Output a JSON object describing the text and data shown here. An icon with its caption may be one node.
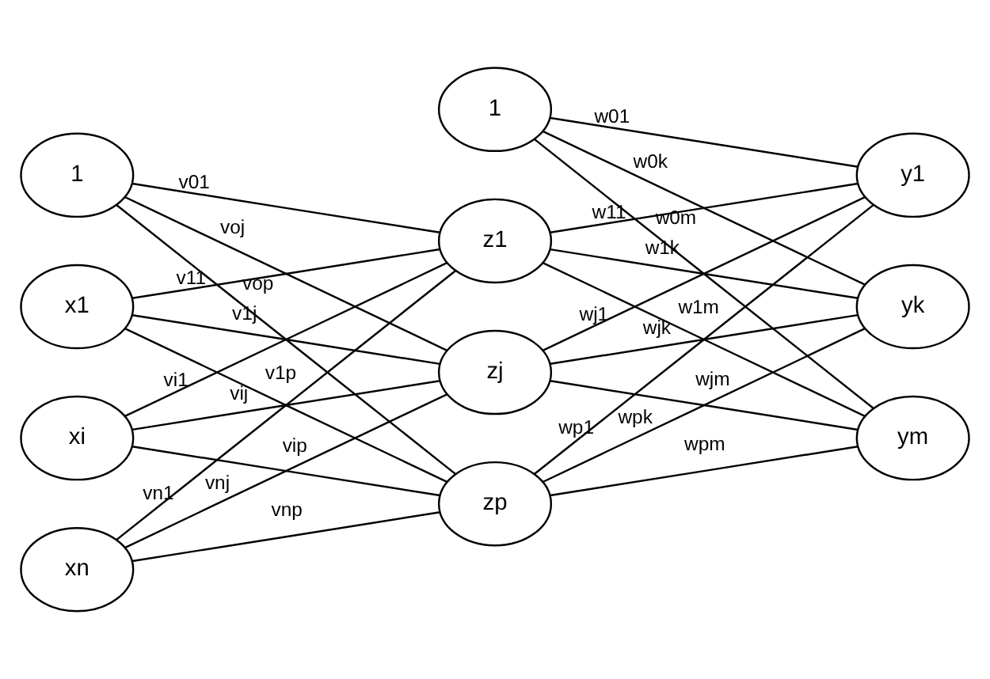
{
  "diagram": {
    "nodes": [
      {
        "text": [
          "1"
        ]
      },
      {
        "text": [
          "x1"
        ]
      },
      {
        "text": [
          "xi"
        ]
      },
      {
        "text": [
          "xn"
        ]
      },
      {
        "text": [
          "1"
        ]
      },
      {
        "text": [
          "z1"
        ]
      },
      {
        "text": [
          "zj"
        ]
      },
      {
        "text": [
          "zp"
        ]
      },
      {
        "text": [
          "y1"
        ]
      },
      {
        "text": [
          "yk"
        ]
      },
      {
        "text": [
          "ym"
        ]
      }
    ],
    "edges": [
      {
        "from": 0,
        "to": 5,
        "arrow": "none",
        "label": "v01"
      },
      {
        "from": 0,
        "to": 6,
        "arrow": "none",
        "label": "voj"
      },
      {
        "from": 0,
        "to": 7,
        "arrow": "none",
        "label": "vop"
      },
      {
        "from": 1,
        "to": 5,
        "arrow": "none",
        "label": "v11"
      },
      {
        "from": 1,
        "to": 6,
        "arrow": "none",
        "label": "v1j"
      },
      {
        "from": 1,
        "to": 7,
        "arrow": "none",
        "label": "v1p"
      },
      {
        "from": 2,
        "to": 5,
        "arrow": "none",
        "label": "vi1"
      },
      {
        "from": 2,
        "to": 6,
        "arrow": "none",
        "label": "vij"
      },
      {
        "from": 2,
        "to": 7,
        "arrow": "none",
        "label": "vip"
      },
      {
        "from": 3,
        "to": 5,
        "arrow": "none",
        "label": "vn1"
      },
      {
        "from": 3,
        "to": 6,
        "arrow": "none",
        "label": "vnj"
      },
      {
        "from": 3,
        "to": 7,
        "arrow": "none",
        "label": "vnp"
      },
      {
        "from": 4,
        "to": 8,
        "arrow": "none",
        "label": "w01"
      },
      {
        "from": 4,
        "to": 9,
        "arrow": "none",
        "label": "w0k"
      },
      {
        "from": 4,
        "to": 10,
        "arrow": "none",
        "label": "w0m"
      },
      {
        "from": 5,
        "to": 8,
        "arrow": "none",
        "label": "w11"
      },
      {
        "from": 5,
        "to": 9,
        "arrow": "none",
        "label": "w1k"
      },
      {
        "from": 5,
        "to": 10,
        "arrow": "none",
        "label": "w1m"
      },
      {
        "from": 6,
        "to": 8,
        "arrow": "none",
        "label": "wj1"
      },
      {
        "from": 6,
        "to": 9,
        "arrow": "none",
        "label": "wjk"
      },
      {
        "from": 6,
        "to": 10,
        "arrow": "none",
        "label": "wjm"
      },
      {
        "from": 7,
        "to": 8,
        "arrow": "none",
        "label": "wp1"
      },
      {
        "from": 7,
        "to": 9,
        "arrow": "none",
        "label": "wpk"
      },
      {
        "from": 7,
        "to": 10,
        "arrow": "none",
        "label": "wpm"
      }
    ]
  }
}
